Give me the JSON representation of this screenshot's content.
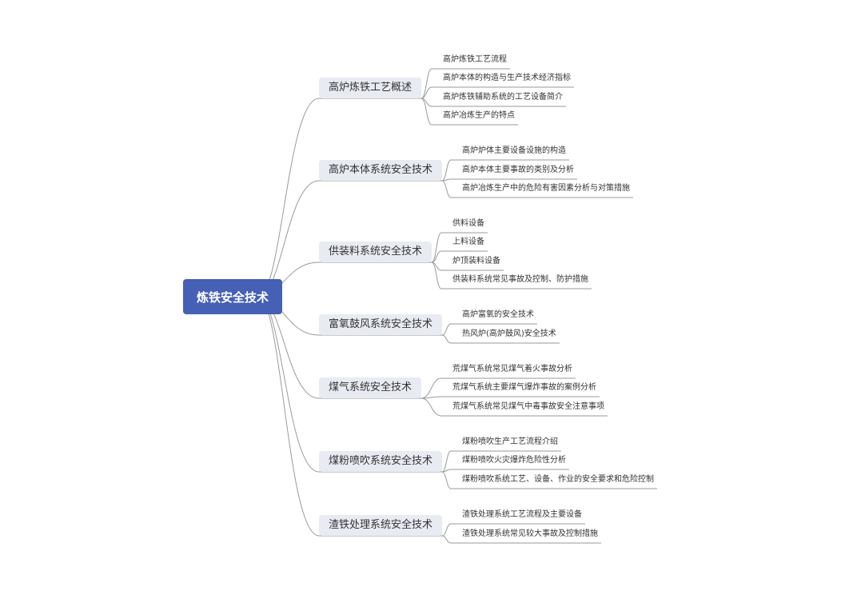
{
  "root": {
    "label": "炼铁安全技术"
  },
  "branches": [
    {
      "label": "高炉炼铁工艺概述",
      "children": [
        "高炉炼铁工艺流程",
        "高炉本体的构造与生产技术经济指标",
        "高炉炼铁辅助系统的工艺设备简介",
        "高炉冶炼生产的特点"
      ]
    },
    {
      "label": "高炉本体系统安全技术",
      "children": [
        "高炉炉体主要设备设施的构造",
        "高炉本体主要事故的类别及分析",
        "高炉冶炼生产中的危险有害因素分析与对策措施"
      ]
    },
    {
      "label": "供装料系统安全技术",
      "children": [
        "供料设备",
        "上料设备",
        "炉顶装料设备",
        "供装料系统常见事故及控制、防护措施"
      ]
    },
    {
      "label": "富氧鼓风系统安全技术",
      "children": [
        "高炉富氧的安全技术",
        "热风炉(高炉鼓风)安全技术"
      ]
    },
    {
      "label": "煤气系统安全技术",
      "children": [
        "荒煤气系统常见煤气着火事故分析",
        "荒煤气系统主要煤气爆炸事故的案例分析",
        "荒煤气系统常见煤气中毒事故安全注意事项"
      ]
    },
    {
      "label": "煤粉喷吹系统安全技术",
      "children": [
        "煤粉喷吹生产工艺流程介绍",
        "煤粉喷吹火灾爆炸危险性分析",
        "煤粉喷吹系统工艺、设备、作业的安全要求和危险控制"
      ]
    },
    {
      "label": "渣铁处理系统安全技术",
      "children": [
        "渣铁处理系统工艺流程及主要设备",
        "渣铁处理系统常见较大事故及控制措施"
      ]
    }
  ],
  "colors": {
    "root_fill": "#4560b5",
    "branch_fill": "#e9ebf3",
    "line": "#9a9a9a"
  }
}
